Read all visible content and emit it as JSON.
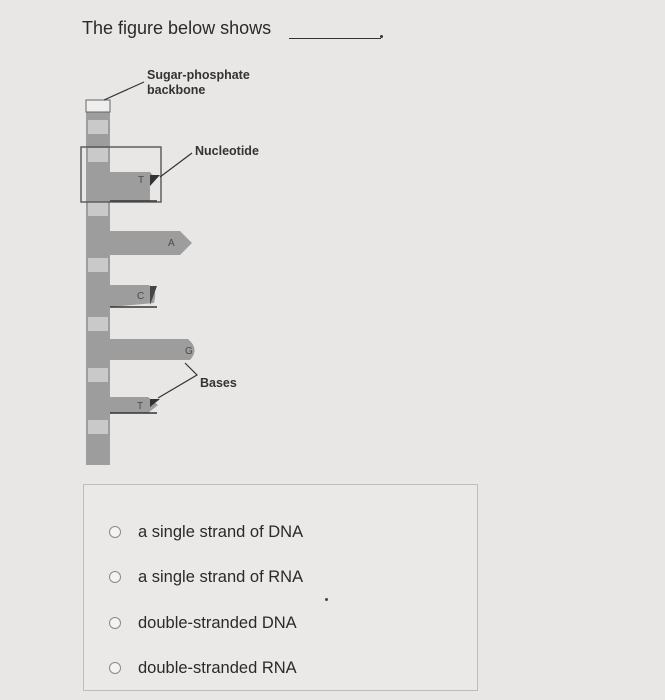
{
  "question": {
    "text": "The figure below shows",
    "blank": "________"
  },
  "figure": {
    "labels": {
      "backbone": "Sugar-phosphate backbone",
      "backbone_line1": "Sugar-phosphate",
      "backbone_line2": "backbone",
      "nucleotide": "Nucleotide",
      "bases": "Bases"
    },
    "bases": [
      {
        "letter": "T"
      },
      {
        "letter": "A"
      },
      {
        "letter": "C"
      },
      {
        "letter": "G"
      },
      {
        "letter": "T"
      }
    ]
  },
  "answers": {
    "options": [
      {
        "label": "a single strand of DNA",
        "selected": false
      },
      {
        "label": "a single strand of RNA",
        "selected": false
      },
      {
        "label": "double-stranded DNA",
        "selected": false
      },
      {
        "label": "double-stranded RNA",
        "selected": false
      }
    ]
  }
}
